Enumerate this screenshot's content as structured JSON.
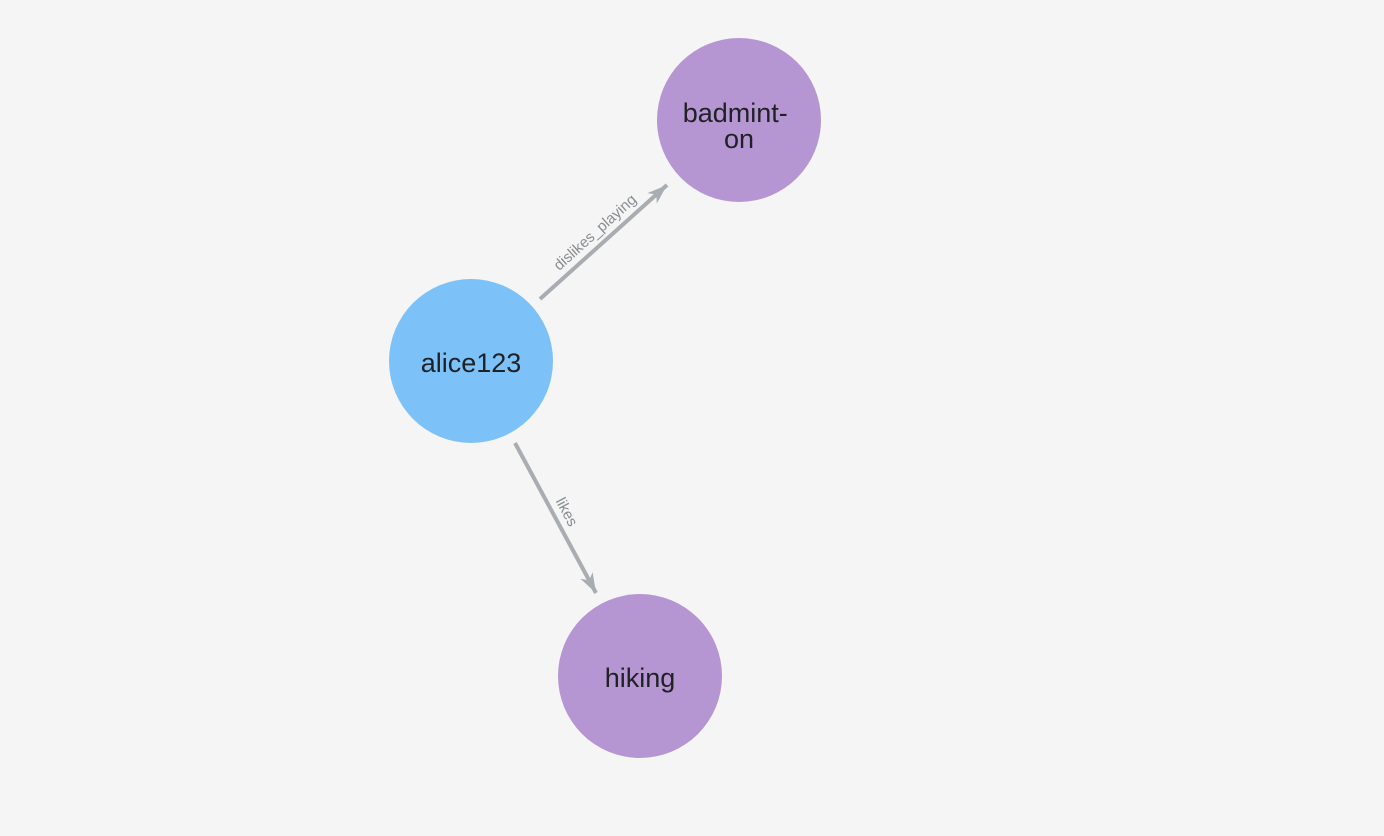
{
  "canvas": {
    "background_color": "#f4f5f4"
  },
  "graph": {
    "edge_color": "#a9acb1",
    "edge_label_color": "#898d91",
    "node_text_color": "#1f2124",
    "nodes": [
      {
        "id": "alice123",
        "label": "alice123",
        "lines": [
          "alice123"
        ],
        "color": "#7cc1f8"
      },
      {
        "id": "badminton",
        "label": "badminton",
        "lines": [
          "badmint-",
          "on"
        ],
        "color": "#b596d3"
      },
      {
        "id": "hiking",
        "label": "hiking",
        "lines": [
          "hiking"
        ],
        "color": "#b596d3"
      }
    ],
    "edges": [
      {
        "label": "dislikes_playing",
        "source": "alice123",
        "target": "badminton"
      },
      {
        "label": "likes",
        "source": "alice123",
        "target": "hiking"
      }
    ]
  }
}
